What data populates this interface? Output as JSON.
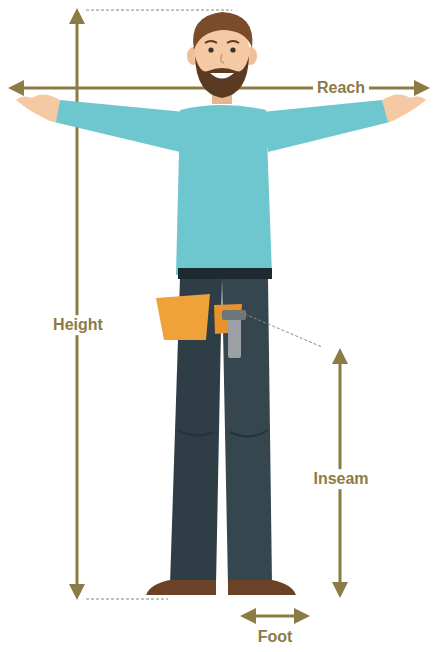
{
  "diagram": {
    "labels": [
      "Reach",
      "Height",
      "Inseam",
      "Foot"
    ]
  }
}
